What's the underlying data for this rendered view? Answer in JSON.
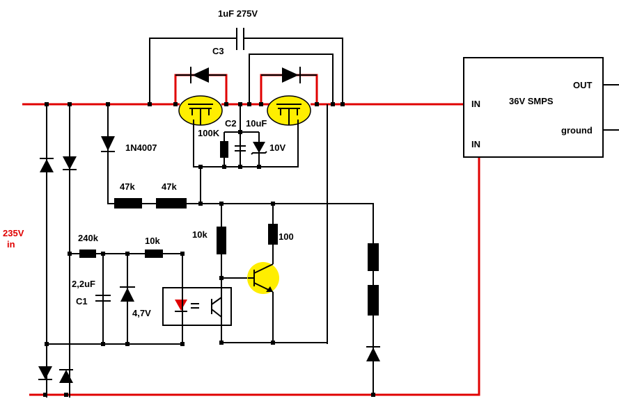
{
  "labels": {
    "c3_value": "1uF 275V",
    "c3_name": "C3",
    "mains_voltage": "235V",
    "mains_in": "in",
    "diode": "1N4007",
    "r47k_a": "47k",
    "r47k_b": "47k",
    "r100k": "100K",
    "c2_name": "C2",
    "c2_value": "10uF",
    "zener10": "10V",
    "r240k": "240k",
    "r10k_a": "10k",
    "r10k_b": "10k",
    "r100": "100",
    "c1_value": "2,2uF",
    "c1_name": "C1",
    "zener47": "4,7V",
    "smps_title": "36V SMPS",
    "smps_in1": "IN",
    "smps_in2": "IN",
    "smps_out": "OUT",
    "smps_ground": "ground"
  },
  "colors": {
    "mains": "#e00000",
    "wire": "#000000",
    "mosfet": "#ffee00",
    "led": "#e00000"
  }
}
